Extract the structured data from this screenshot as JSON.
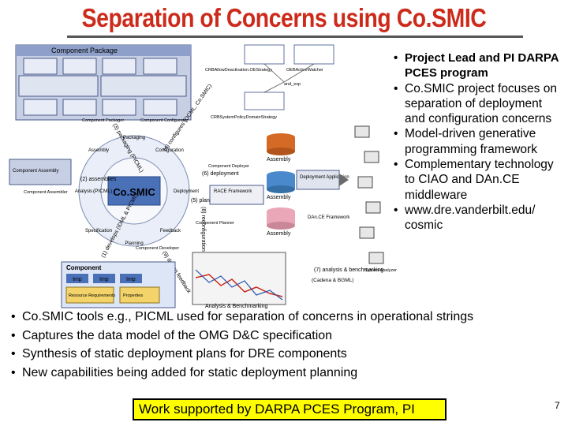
{
  "slide": {
    "title": "Separation of Concerns using Co.SMIC",
    "page_number": "7",
    "footer": "Work supported by DARPA PCES Program, PI"
  },
  "right_bullets": [
    "Project Lead and PI DARPA PCES program",
    "Co.SMIC project focuses on separation of deployment and configuration concerns",
    "Model-driven generative programming framework",
    "Complementary technology to CIAO and DAn.CE middleware",
    "www.dre.vanderbilt.edu/ cosmic"
  ],
  "bottom_bullets": [
    "Co.SMIC tools e.g., PICML used for separation of concerns in operational strings",
    "Captures the data model of the OMG D&C specification",
    "Synthesis of static deployment plans for DRE components",
    "New capabilities being added for static deployment planning"
  ],
  "diagram": {
    "component_package": "Component Package",
    "component": "Component",
    "component_assembly": "Component Assembly",
    "cosmic": "Co.SMIC",
    "picml_small": "(PICML)",
    "packager": "Component Packager",
    "configurator": "Component Configurator",
    "deployer": "Component Deployer",
    "assembler": "Component Assembler",
    "planner": "Component Planner",
    "developer": "Component Developer",
    "sys_analyzer": "System Analyzer",
    "edge_packaging": "(3) packaging (PICML)",
    "edge_configures": "(4) configures (OCML, Co.SMIC)",
    "edge_assemblies": "(2) assemblies",
    "edge_deployment": "(6) deployment",
    "edge_planning": "(5) planning",
    "edge_develops": "(1) develops (IDML & PICML)",
    "edge_design": "(9) design feedback",
    "edge_reconfig": "(8) reconfiguration & replanning",
    "edge_analysis": "(7) analysis & benchmarking",
    "cadena_bgml": "(Cadena & BGML)",
    "assembly": "Assembly",
    "deployment_app": "Deployment Application",
    "dance_framework": "DAn.CE Framework",
    "rade": "RACE Framework",
    "analysis_label": "Analysis & Benchmarking",
    "imp": "Imp",
    "resource_req": "Resource Requirements",
    "properties": "Properties",
    "iface1": "CRBAllowDeactivation.OEStrategy",
    "iface2": "OEBActiveWatcher",
    "iface3": "CRBSystemPolicyDomainStrategy",
    "and_exp": "and_exp",
    "wheel": [
      "Packaging",
      "Configuration",
      "Deployment",
      "Feedback",
      "Planning",
      "Specification",
      "Analysis",
      "Assembly"
    ]
  },
  "colors": {
    "title": "#cc2a1a",
    "footer_bg": "#ffff00",
    "cosmic_box": "#4a70b8"
  }
}
